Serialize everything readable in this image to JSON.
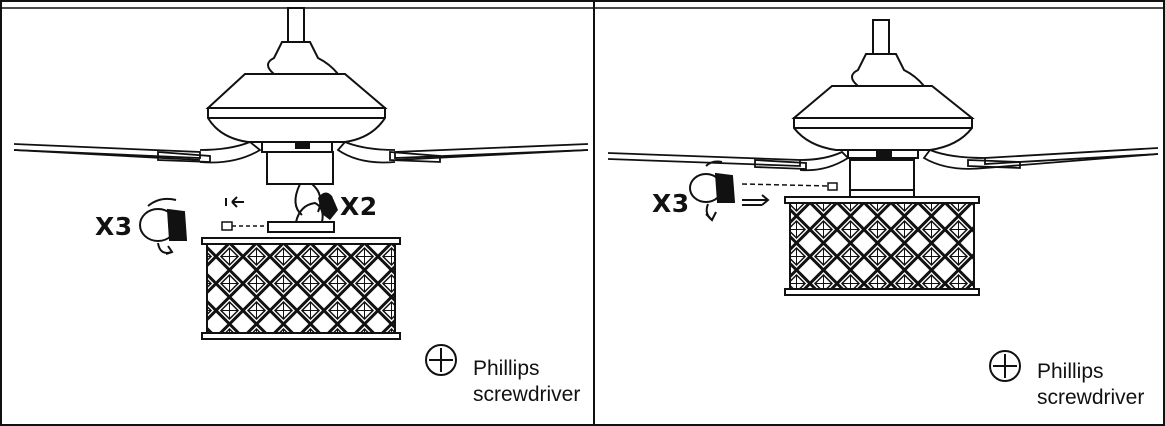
{
  "panels": [
    {
      "hardware_multipliers": [
        {
          "label": "X3"
        },
        {
          "label": "X2"
        }
      ],
      "tool": {
        "line1": "Phillips",
        "line2": "screwdriver"
      },
      "tool_icon": "phillips-screw-icon"
    },
    {
      "hardware_multipliers": [
        {
          "label": "X3"
        }
      ],
      "tool": {
        "line1": "Phillips",
        "line2": "screwdriver"
      },
      "tool_icon": "phillips-screw-icon"
    }
  ],
  "colors": {
    "line": "#111111",
    "background": "#ffffff"
  }
}
